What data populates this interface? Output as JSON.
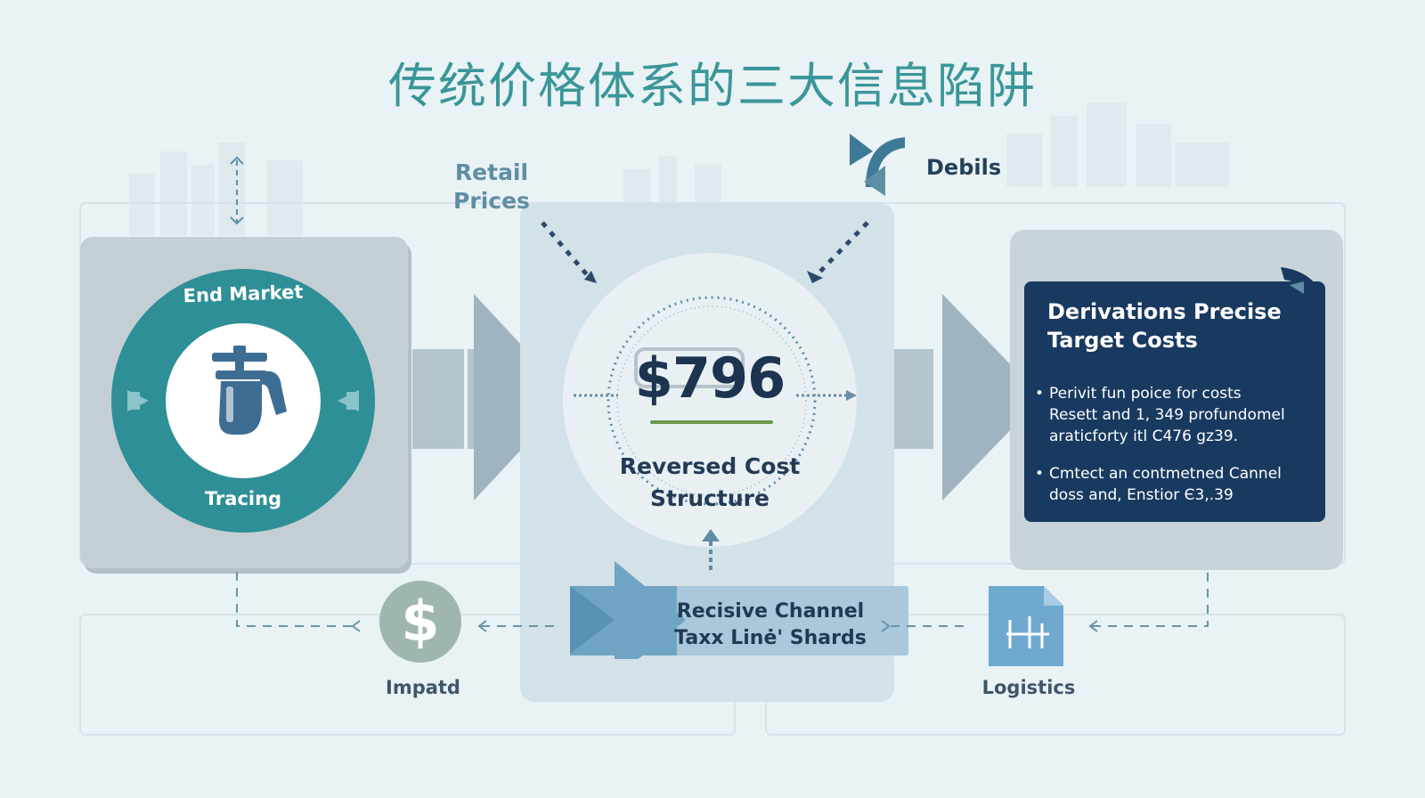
{
  "title": "传统价格体系的三大信息陷阱",
  "left_panel": {
    "ring_top_label": "End Market",
    "ring_bottom_label": "Tracing"
  },
  "labels": {
    "retail_line1": "Retail",
    "retail_line2": "Prices",
    "debits": "Debils",
    "impact": "Impatd",
    "logistics": "Logistics"
  },
  "center": {
    "price": "$796",
    "caption_line1": "Reversed Cost",
    "caption_line2": "Structure",
    "channel_line1": "Recisive Channel",
    "channel_line2": "Taxx Linė' Shards"
  },
  "right_card": {
    "title_line1": "Derivations Precise",
    "title_line2": "Target Costs",
    "bullets": [
      {
        "line1": "Perivit fun poice for costs",
        "line2": "Resett and 1, 349 profundomel",
        "line3": "araticforty itl C476 gz39."
      },
      {
        "line1": "Cmtect an contmetned Cannel",
        "line2": "doss and, Enstior Є3,.39"
      }
    ]
  },
  "colors": {
    "background": "#e9f2f5",
    "title": "#3a9698",
    "teal_ring": "#2f8f96",
    "navy_card": "#183a60",
    "arrow_grey": "#9fb3c0",
    "channel_blue": "#6fa4c4"
  },
  "icons": [
    "plumbing-valve-icon",
    "dollar-icon",
    "document-chart-icon",
    "curved-arrow-icon"
  ]
}
